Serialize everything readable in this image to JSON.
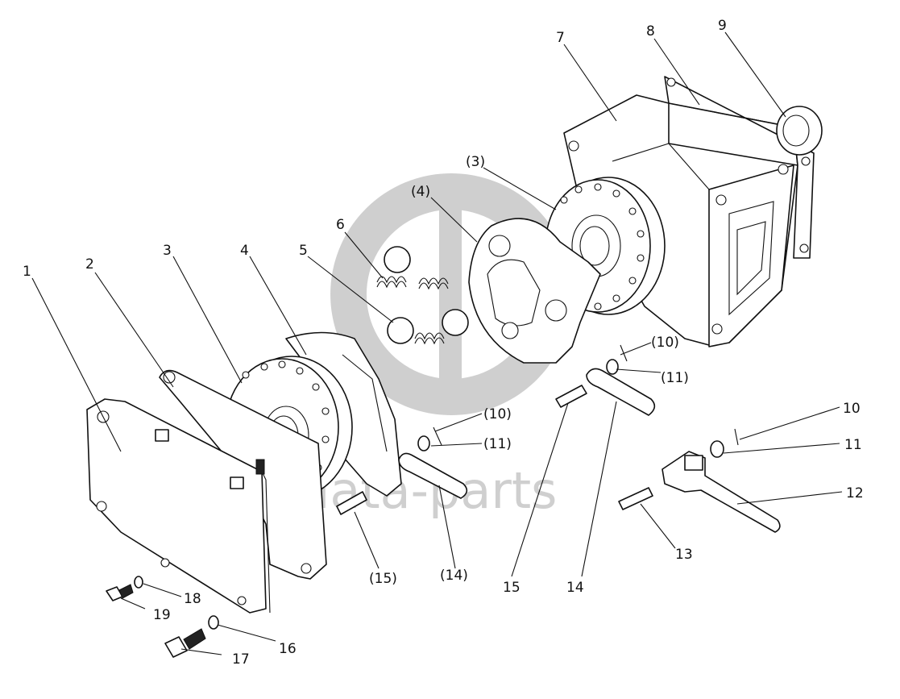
{
  "watermark": {
    "text": "data-parts",
    "color": "#cfcfcf"
  },
  "labels": {
    "l1": "1",
    "l2": "2",
    "l3": "3",
    "l4": "4",
    "l5": "5",
    "l6": "6",
    "l7": "7",
    "l8": "8",
    "l9": "9",
    "l3p": "(3)",
    "l4p": "(4)",
    "l10p_a": "(10)",
    "l11p_a": "(11)",
    "l10p_b": "(10)",
    "l11p_b": "(11)",
    "l10": "10",
    "l11": "11",
    "l12": "12",
    "l13": "13",
    "l14": "14",
    "l15": "15",
    "l14p": "(14)",
    "l15p": "(15)",
    "l16": "16",
    "l17": "17",
    "l18": "18",
    "l19": "19"
  },
  "colors": {
    "line": "#111111",
    "background": "#ffffff"
  }
}
